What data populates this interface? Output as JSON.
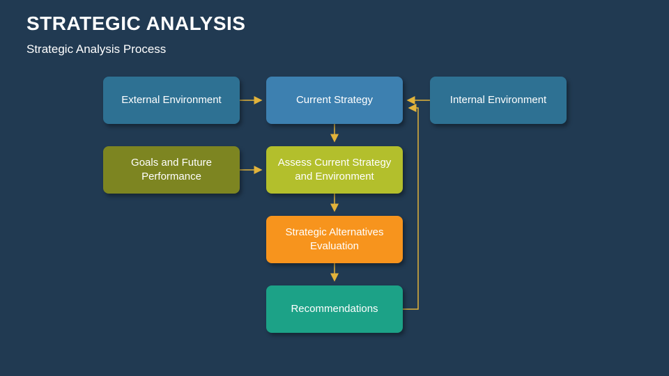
{
  "slide": {
    "title": "STRATEGIC ANALYSIS",
    "subtitle": "Strategic Analysis Process",
    "background_color": "#213A52",
    "text_color": "#FFFFFF"
  },
  "diagram": {
    "arrow_color": "#E2B33B",
    "boxes": [
      {
        "id": "external-environment",
        "label": "External Environment",
        "color": "#2E7193"
      },
      {
        "id": "current-strategy",
        "label": "Current Strategy",
        "color": "#3D80B0"
      },
      {
        "id": "internal-environment",
        "label": "Internal Environment",
        "color": "#2E7193"
      },
      {
        "id": "goals-and-future-performance",
        "label": "Goals and Future Performance",
        "color": "#7D8521"
      },
      {
        "id": "assess-current-strategy-and-environment",
        "label": "Assess Current Strategy and Environment",
        "color": "#B3BF2C"
      },
      {
        "id": "strategic-alternatives-evaluation",
        "label": "Strategic Alternatives Evaluation",
        "color": "#F7941D"
      },
      {
        "id": "recommendations",
        "label": "Recommendations",
        "color": "#1CA287"
      }
    ],
    "connections": [
      {
        "from": "external-environment",
        "to": "current-strategy"
      },
      {
        "from": "internal-environment",
        "to": "current-strategy"
      },
      {
        "from": "current-strategy",
        "to": "assess-current-strategy-and-environment"
      },
      {
        "from": "goals-and-future-performance",
        "to": "assess-current-strategy-and-environment"
      },
      {
        "from": "assess-current-strategy-and-environment",
        "to": "strategic-alternatives-evaluation"
      },
      {
        "from": "strategic-alternatives-evaluation",
        "to": "recommendations"
      },
      {
        "from": "recommendations",
        "to": "current-strategy"
      }
    ]
  }
}
